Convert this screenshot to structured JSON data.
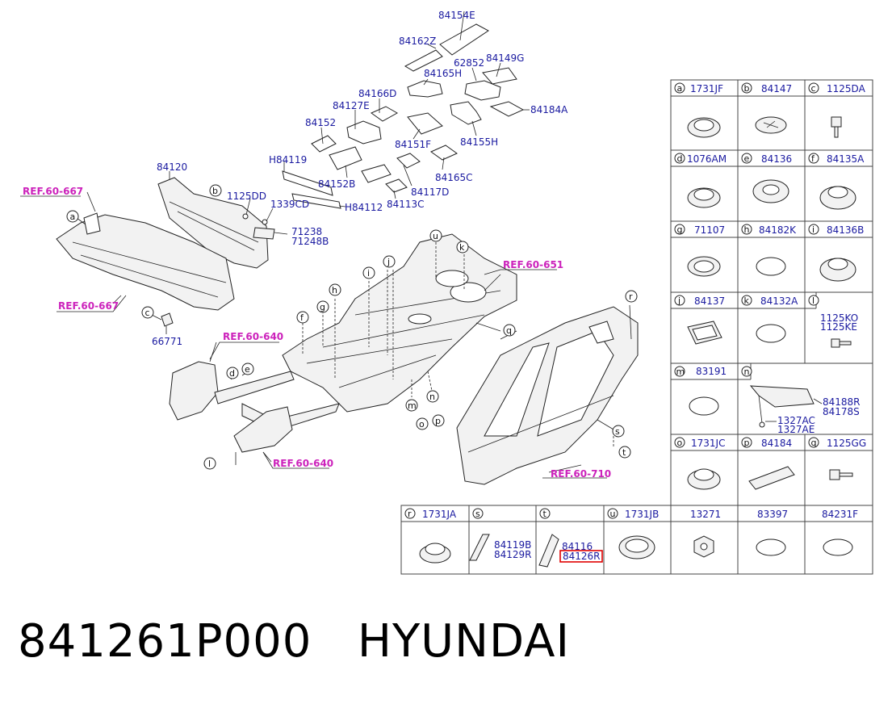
{
  "labels": {
    "p84154E": "84154E",
    "p84162Z": "84162Z",
    "p62852": "62852",
    "p84149G": "84149G",
    "p84165H": "84165H",
    "p84166D": "84166D",
    "p84127E": "84127E",
    "p84184A": "84184A",
    "p84152": "84152",
    "p84151F": "84151F",
    "p84155H": "84155H",
    "pH84119": "H84119",
    "p84165C": "84165C",
    "p84152B": "84152B",
    "p84117D": "84117D",
    "pH84112": "H84112",
    "p84113C": "84113C",
    "p84120": "84120",
    "p1125DD": "1125DD",
    "p1339CD": "1339CD",
    "p71238": "71238",
    "p71248B": "71248B",
    "p66771": "66771"
  },
  "refs": [
    "REF.60-667",
    "REF.60-667",
    "REF.60-651",
    "REF.60-640",
    "REF.60-640",
    "REF.60-710"
  ],
  "callouts": [
    "a",
    "b",
    "c",
    "d",
    "e",
    "f",
    "g",
    "h",
    "i",
    "j",
    "k",
    "l",
    "m",
    "n",
    "o",
    "p",
    "q",
    "r",
    "s",
    "t",
    "u"
  ],
  "legend": {
    "right_grid": [
      {
        "letter": "a",
        "part": "1731JF"
      },
      {
        "letter": "b",
        "part": "84147"
      },
      {
        "letter": "c",
        "part": "1125DA"
      },
      {
        "letter": "d",
        "part": "1076AM"
      },
      {
        "letter": "e",
        "part": "84136"
      },
      {
        "letter": "f",
        "part": "84135A"
      },
      {
        "letter": "g",
        "part": "71107"
      },
      {
        "letter": "h",
        "part": "84182K"
      },
      {
        "letter": "i",
        "part": "84136B"
      },
      {
        "letter": "j",
        "part": "84137"
      },
      {
        "letter": "k",
        "part": "84132A"
      },
      {
        "letter": "l",
        "part": ""
      },
      {
        "letter": "m",
        "part": "83191"
      },
      {
        "letter": "n",
        "part": ""
      },
      {
        "letter": "o",
        "part": "1731JC"
      },
      {
        "letter": "p",
        "part": "84184"
      },
      {
        "letter": "q",
        "part": "1125GG"
      }
    ],
    "l_cell": [
      "1125KO",
      "1125KE"
    ],
    "n_cell": [
      "84188R",
      "84178S",
      "1327AC",
      "1327AE"
    ],
    "bottom_row": [
      {
        "letter": "r",
        "part": "1731JA"
      },
      {
        "letter": "s",
        "part": ""
      },
      {
        "letter": "t",
        "part": ""
      },
      {
        "letter": "u",
        "part": "1731JB"
      },
      {
        "letter": "",
        "part": "13271"
      },
      {
        "letter": "",
        "part": "83397"
      },
      {
        "letter": "",
        "part": "84231F"
      }
    ],
    "s_cell": [
      "84119B",
      "84129R"
    ],
    "t_cell": [
      "84116",
      "84126R"
    ]
  },
  "highlight_color": "#e00000",
  "footer": {
    "part_number": "841261P000",
    "brand": "HYUNDAI"
  }
}
